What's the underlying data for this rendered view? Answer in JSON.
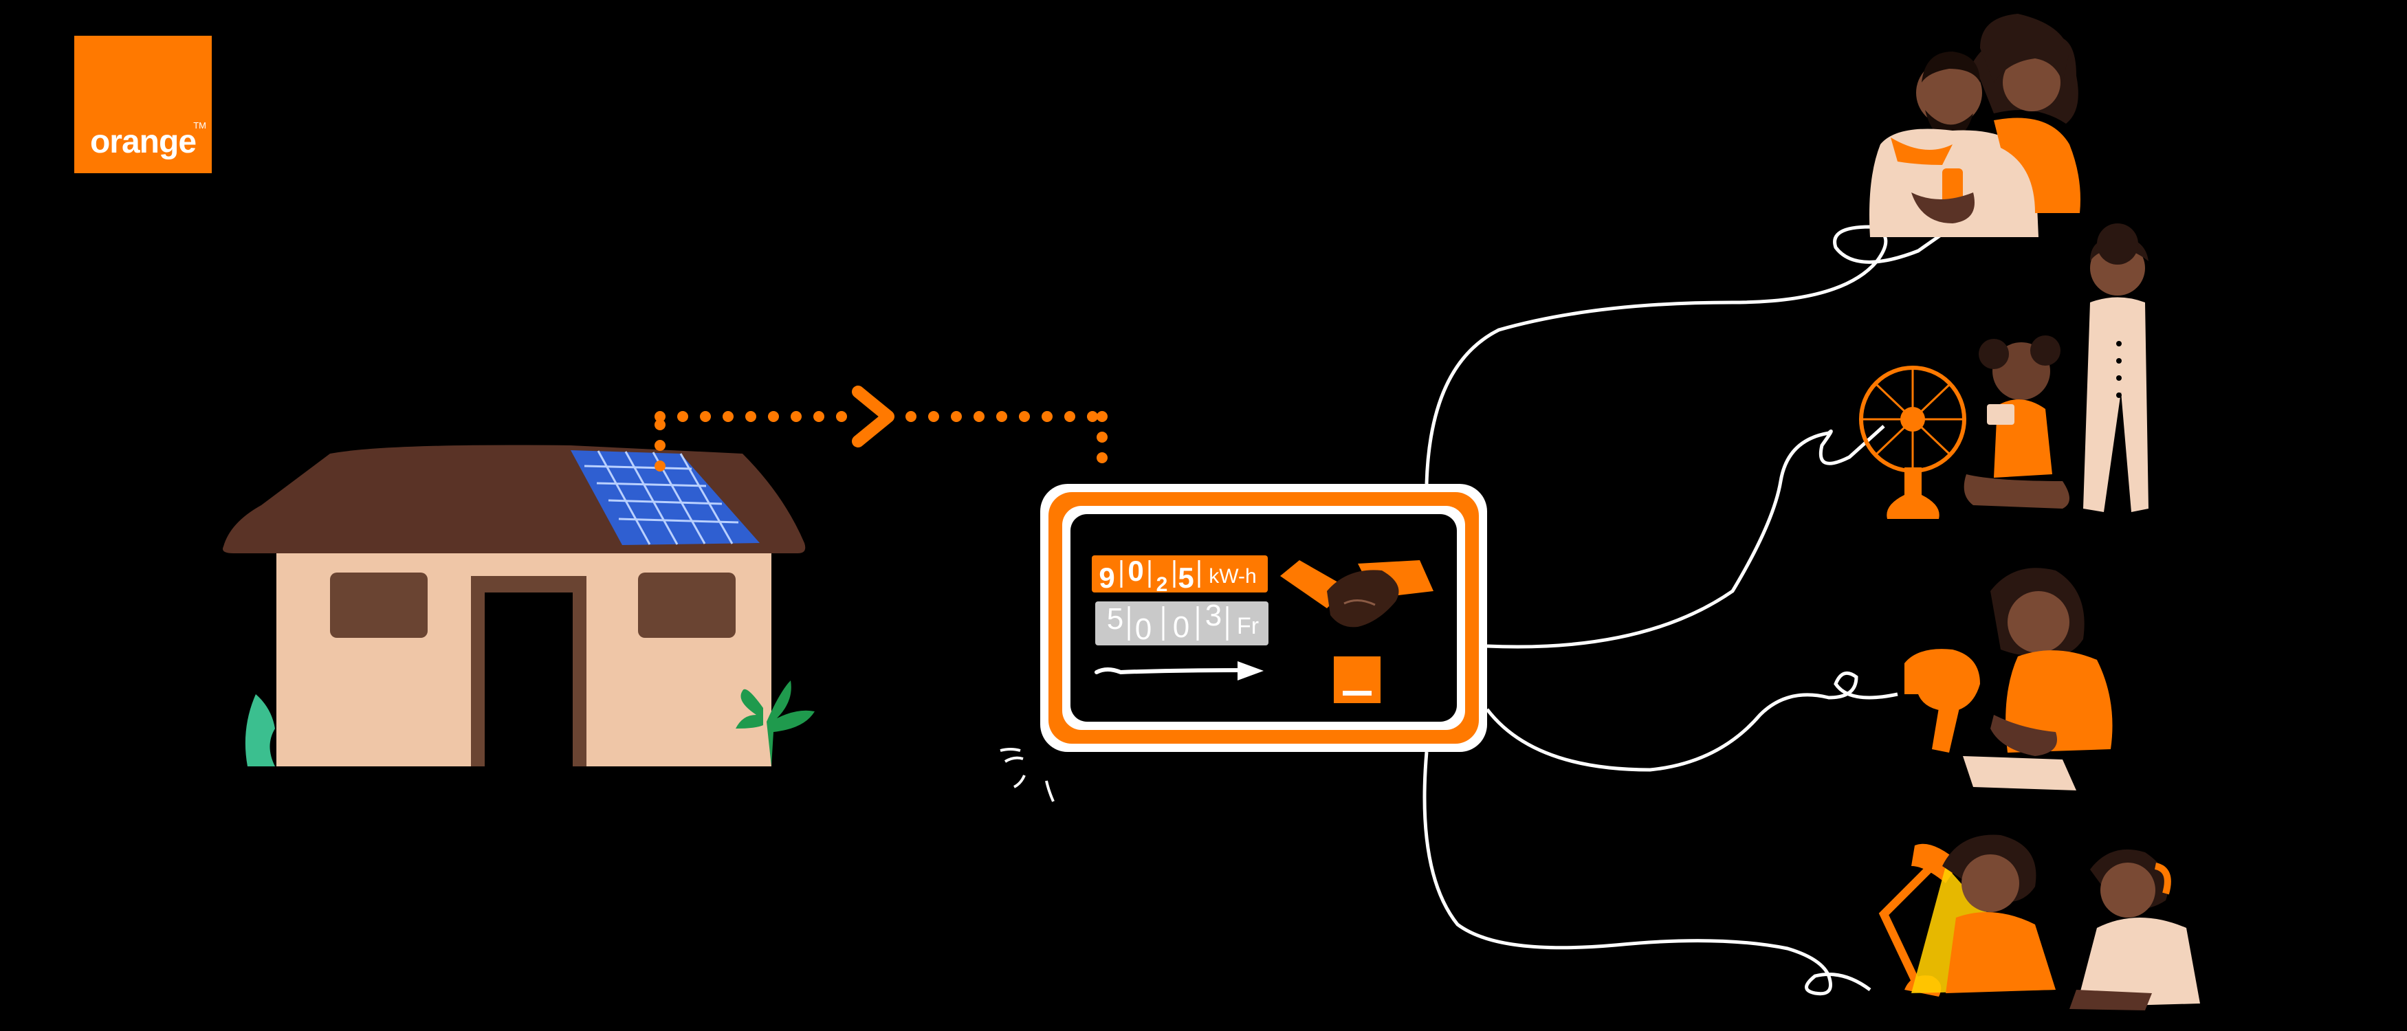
{
  "brand": {
    "logo_text": "orange",
    "trademark": "TM",
    "color_orange": "#ff7900",
    "color_black": "#000000",
    "color_white": "#ffffff"
  },
  "meter": {
    "energy_digits": [
      "9",
      "0",
      "2",
      "5"
    ],
    "energy_unit": "kW-h",
    "money_digits": [
      "5",
      "0",
      "0",
      "3"
    ],
    "money_unit": "Fr"
  },
  "icons": {
    "house": "house-icon",
    "solar_panel": "solar-panel-icon",
    "meter": "smart-meter-icon",
    "handshake": "handshake-icon",
    "fan": "fan-icon",
    "hair_dryer": "hair-dryer-icon",
    "desk_lamp": "desk-lamp-icon"
  }
}
